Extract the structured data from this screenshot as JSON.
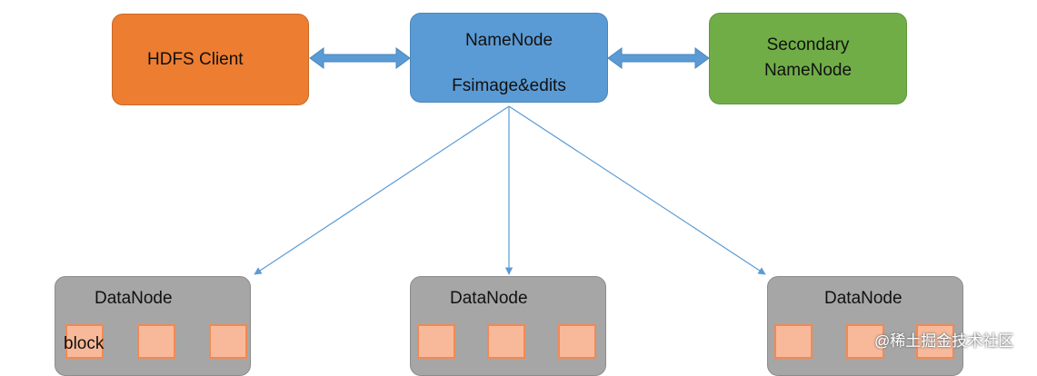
{
  "nodes": {
    "hdfs_client": {
      "label": "HDFS Client"
    },
    "namenode": {
      "line1": "NameNode",
      "line2": "Fsimage&edits"
    },
    "secondary_namenode": {
      "line1": "Secondary",
      "line2": "NameNode"
    },
    "datanodes": [
      {
        "label": "DataNode",
        "block_label": "block"
      },
      {
        "label": "DataNode"
      },
      {
        "label": "DataNode"
      }
    ]
  },
  "colors": {
    "hdfs_client": "#ED7D31",
    "namenode": "#5B9BD5",
    "secondary_namenode": "#70AD47",
    "datanode": "#A6A6A6",
    "block_fill": "#F8B99A",
    "block_border": "#F08A55",
    "connector": "#5B9BD5"
  },
  "watermark": "@稀土掘金技术社区"
}
